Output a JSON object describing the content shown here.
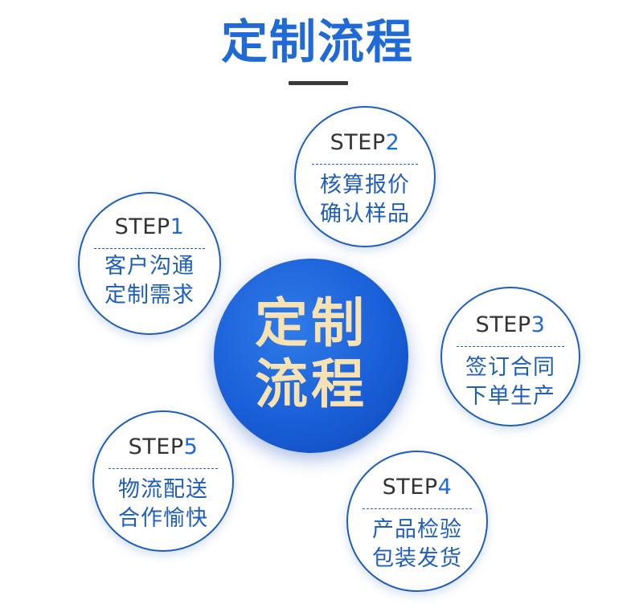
{
  "title": "定制流程",
  "center": {
    "line1": "定制",
    "line2": "流程"
  },
  "steps": [
    {
      "prefix": "STEP",
      "num": "1",
      "line1": "客户沟通",
      "line2": "定制需求"
    },
    {
      "prefix": "STEP",
      "num": "2",
      "line1": "核算报价",
      "line2": "确认样品"
    },
    {
      "prefix": "STEP",
      "num": "3",
      "line1": "签订合同",
      "line2": "下单生产"
    },
    {
      "prefix": "STEP",
      "num": "4",
      "line1": "产品检验",
      "line2": "包装发货"
    },
    {
      "prefix": "STEP",
      "num": "5",
      "line1": "物流配送",
      "line2": "合作愉快"
    }
  ],
  "colors": {
    "title_blue": "#1f6ad6",
    "circle_border": "#1f5fb9",
    "center_text": "#f7e2b4",
    "step_text": "#333333"
  }
}
